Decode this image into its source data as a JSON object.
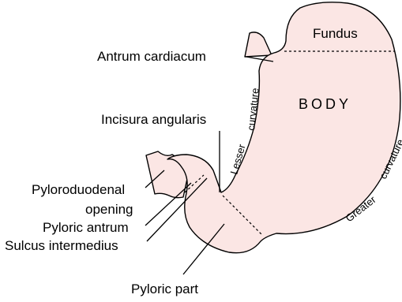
{
  "colors": {
    "stomach_fill": "#fbe6e4",
    "outline": "#000000",
    "background": "#ffffff"
  },
  "labels": {
    "fundus": "Fundus",
    "body": "BODY",
    "antrum_cardiacum": "Antrum cardiacum",
    "incisura_angularis": "Incisura angularis",
    "pyloroduodenal_line1": "Pyloroduodenal",
    "pyloroduodenal_line2": "opening",
    "pyloric_antrum": "Pyloric antrum",
    "sulcus_intermedius": "Sulcus intermedius",
    "pyloric_part": "Pyloric part",
    "lesser_curvature_1": "Lesser",
    "lesser_curvature_2": "curvature",
    "greater_curvature_1": "Greater",
    "greater_curvature_2": "curvature"
  }
}
